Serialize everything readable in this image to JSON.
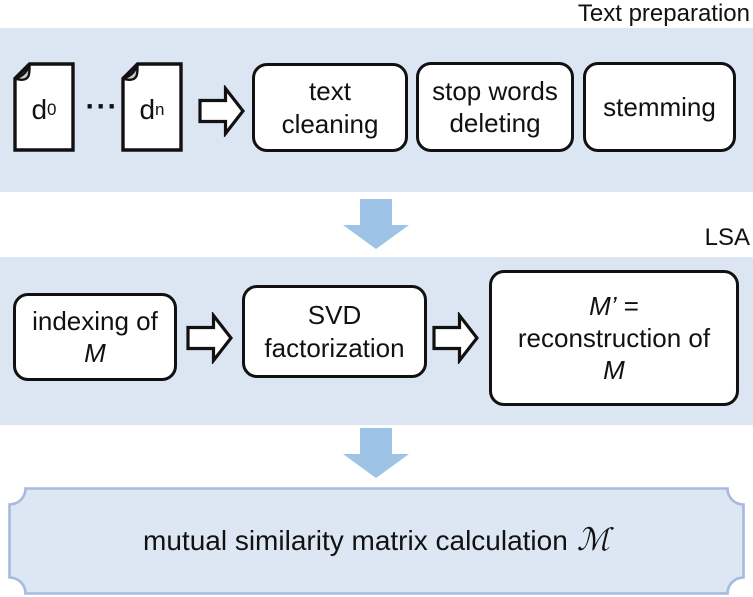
{
  "colors": {
    "band-bg": "#dce6f2",
    "arrow-blue": "#9dc3e6",
    "plaque-fill": "#dde7f3",
    "plaque-border": "#a6bade",
    "doc-fold": "#c9c9c9"
  },
  "section_labels": {
    "text_preparation": "Text preparation",
    "lsa": "LSA"
  },
  "documents": {
    "first": {
      "base": "d",
      "subscript": "0"
    },
    "ellipsis": "···",
    "last": {
      "base": "d",
      "subscript": "n"
    }
  },
  "text_preparation": {
    "text_cleaning": {
      "line1": "text",
      "line2": "cleaning"
    },
    "stop_words": {
      "line1": "stop words",
      "line2": "deleting"
    },
    "stemming": {
      "line1": "stemming"
    }
  },
  "lsa": {
    "indexing": {
      "line1": "indexing of",
      "line2_italic": "M"
    },
    "svd": {
      "line1": "SVD",
      "line2": "factorization"
    },
    "reconstruction": {
      "line1_italic": "M’",
      "line1_rest": " =",
      "line2": "reconstruction of",
      "line3_italic": "M"
    }
  },
  "final_step": {
    "label": "mutual similarity matrix calculation",
    "symbol": "ℳ"
  }
}
